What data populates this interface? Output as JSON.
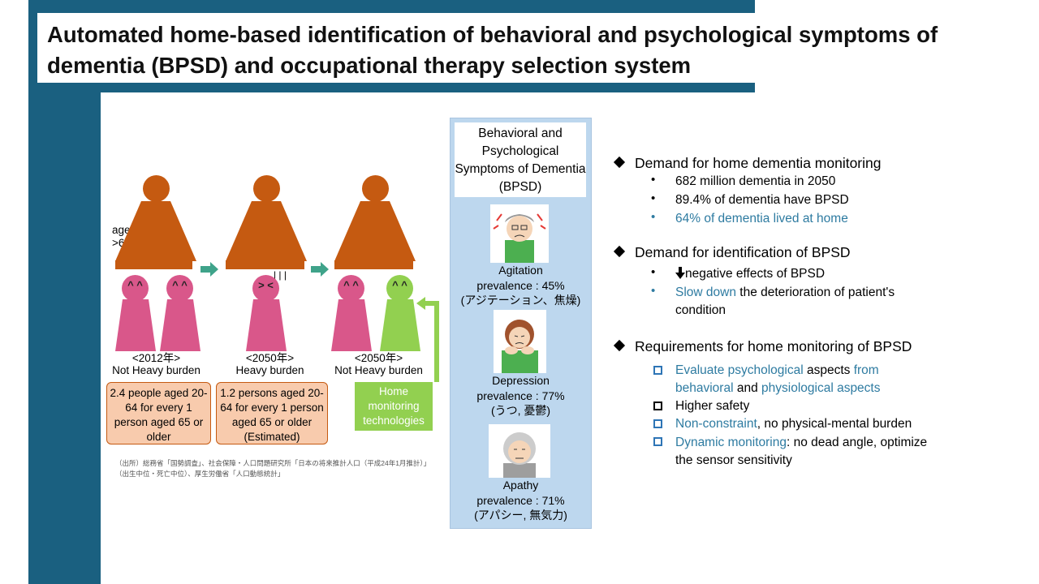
{
  "title": "Automated home-based identification of behavioral and psychological symptoms of dementia (BPSD) and occupational therapy selection system",
  "figure": {
    "aged_label": "aged\n>65",
    "worried_face": "> <",
    "sweat_mark": "| | |",
    "happy_face": "^ ^",
    "scenes": [
      {
        "year": "<2012年>",
        "burden": "Not Heavy burden",
        "box": "2.4 people aged 20-64 for every 1 person aged 65 or older"
      },
      {
        "year": "<2050年>",
        "burden": "Heavy burden",
        "box": "1.2 persons aged 20-64 for every 1 person aged 65 or older (Estimated)"
      },
      {
        "year": "<2050年>",
        "burden": "Not Heavy burden",
        "box": "Home monitoring technologies"
      }
    ],
    "source": "（出所）総務省「国勢調査」、社会保障・人口問題研究所「日本の将来推計人口（平成24年1月推計）」（出生中位・死亡中位）、厚生労働省「人口動態統計」"
  },
  "bpsd": {
    "title": "Behavioral and Psychological Symptoms of Dementia (BPSD)",
    "symptoms": [
      {
        "name": "Agitation",
        "prevalence": "prevalence : 45%",
        "jp": "(アジテーション、焦燥)"
      },
      {
        "name": "Depression",
        "prevalence": "prevalence : 77%",
        "jp": "(うつ, 憂鬱)"
      },
      {
        "name": "Apathy",
        "prevalence": "prevalence : 71%",
        "jp": "(アパシー, 無気力)"
      }
    ]
  },
  "bullets": {
    "s1": {
      "title": "Demand for home dementia monitoring",
      "items": [
        "682 million dementia in 2050",
        "89.4% of dementia have BPSD",
        "64% of dementia lived at home"
      ]
    },
    "s2": {
      "title": "Demand for identification of BPSD",
      "item1": "negative effects of BPSD",
      "item2_blue": "Slow down",
      "item2_rest": " the deterioration of patient's",
      "item2_line2": "condition"
    },
    "s3": {
      "title": "Requirements for home monitoring of BPSD",
      "r1a": "Evaluate psychological",
      "r1b": " aspects ",
      "r1c": "from",
      "r1d": "behavioral",
      "r1e": " and ",
      "r1f": "physiological aspects",
      "r2": "Higher safety",
      "r3a": "Non-constraint",
      "r3b": ", no physical-mental burden",
      "r4a": "Dynamic monitoring",
      "r4b": ": no dead angle, optimize",
      "r4c": "the sensor sensitivity"
    }
  },
  "colors": {
    "band": "#1a6080",
    "elder": "#c55a11",
    "young": "#d9578a",
    "green": "#92d050",
    "panel": "#bdd7ee",
    "accent_blue": "#2e7ba1"
  }
}
